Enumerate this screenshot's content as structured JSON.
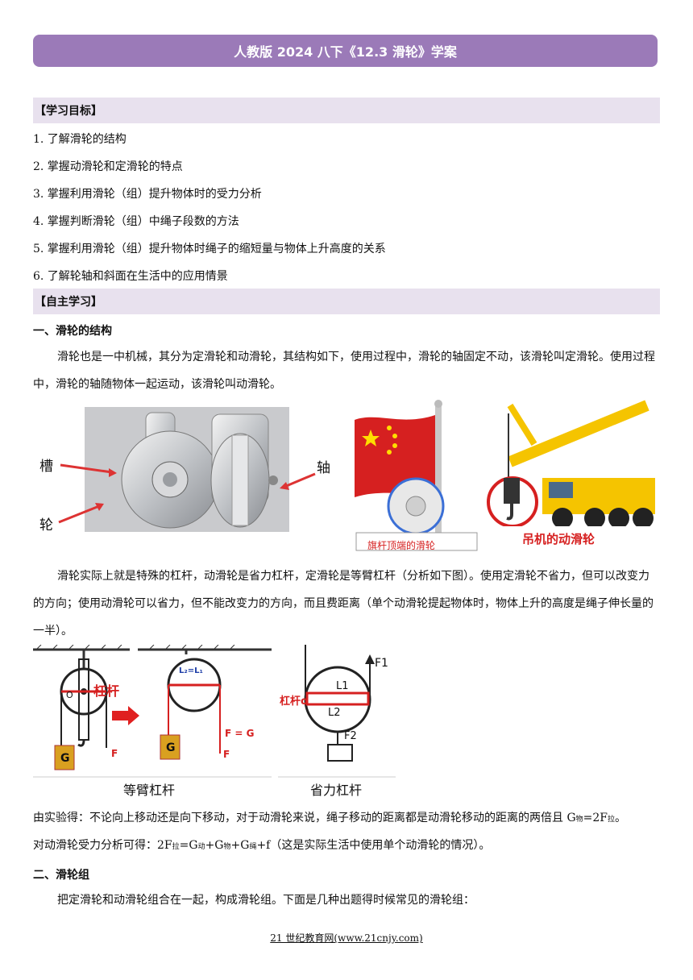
{
  "title": "人教版 2024 八下《12.3 滑轮》学案",
  "goals": {
    "heading": "【学习目标】",
    "items": [
      "1. 了解滑轮的结构",
      "2. 掌握动滑轮和定滑轮的特点",
      "3. 掌握利用滑轮（组）提升物体时的受力分析",
      "4. 掌握判断滑轮（组）中绳子段数的方法",
      "5. 掌握利用滑轮（组）提升物体时绳子的缩短量与物体上升高度的关系",
      "6. 了解轮轴和斜面在生活中的应用情景"
    ]
  },
  "self_study": {
    "heading": "【自主学习】",
    "section1_title": "一、滑轮的结构",
    "para1": "滑轮也是一中机械，其分为定滑轮和动滑轮，其结构如下，使用过程中，滑轮的轴固定不动，该滑轮叫定滑轮。使用过程中，滑轮的轴随物体一起运动，该滑轮叫动滑轮。",
    "fig1_labels": {
      "groove": "槽",
      "wheel": "轮",
      "axle": "轴"
    },
    "fig2_caption": "旗杆顶端的滑轮",
    "fig3_caption": "吊机的动滑轮",
    "para2": "滑轮实际上就是特殊的杠杆，动滑轮是省力杠杆，定滑轮是等臂杠杆（分析如下图）。使用定滑轮不省力，但可以改变力的方向；使用动滑轮可以省力，但不能改变力的方向，而且费距离（单个动滑轮提起物体时，物体上升的高度是绳子伸长量的一半）。",
    "fig4": {
      "lever": "杠杆",
      "o": "O",
      "g": "G",
      "f": "F",
      "l1l2": "L₂=L₁",
      "eq": "F = G",
      "caption": "等臂杠杆"
    },
    "fig5": {
      "f1": "F1",
      "l1": "L1",
      "l2": "L2",
      "f2": "F2",
      "lever": "杠杆o",
      "caption": "省力杠杆"
    },
    "para3_a": "由实验得：不论向上移动还是向下移动，对于动滑轮来说，绳子移动的距离都是动滑轮移动的距离的两倍且 G",
    "para3_sub1": "物",
    "para3_b": "=2F",
    "para3_sub2": "拉",
    "para3_c": "。",
    "para4_a": "对动滑轮受力分析可得：2F",
    "para4_s1": "拉",
    "para4_b": "=G",
    "para4_s2": "动",
    "para4_c": "+G",
    "para4_s3": "物",
    "para4_d": "+G",
    "para4_s4": "绳",
    "para4_e": "+f（这是实际生活中使用单个动滑轮的情况）。",
    "section2_title": "二、滑轮组",
    "para5": "把定滑轮和动滑轮组合在一起，构成滑轮组。下面是几种出题得时候常见的滑轮组："
  },
  "footer": "21 世纪教育网(www.21cnjy.com)"
}
